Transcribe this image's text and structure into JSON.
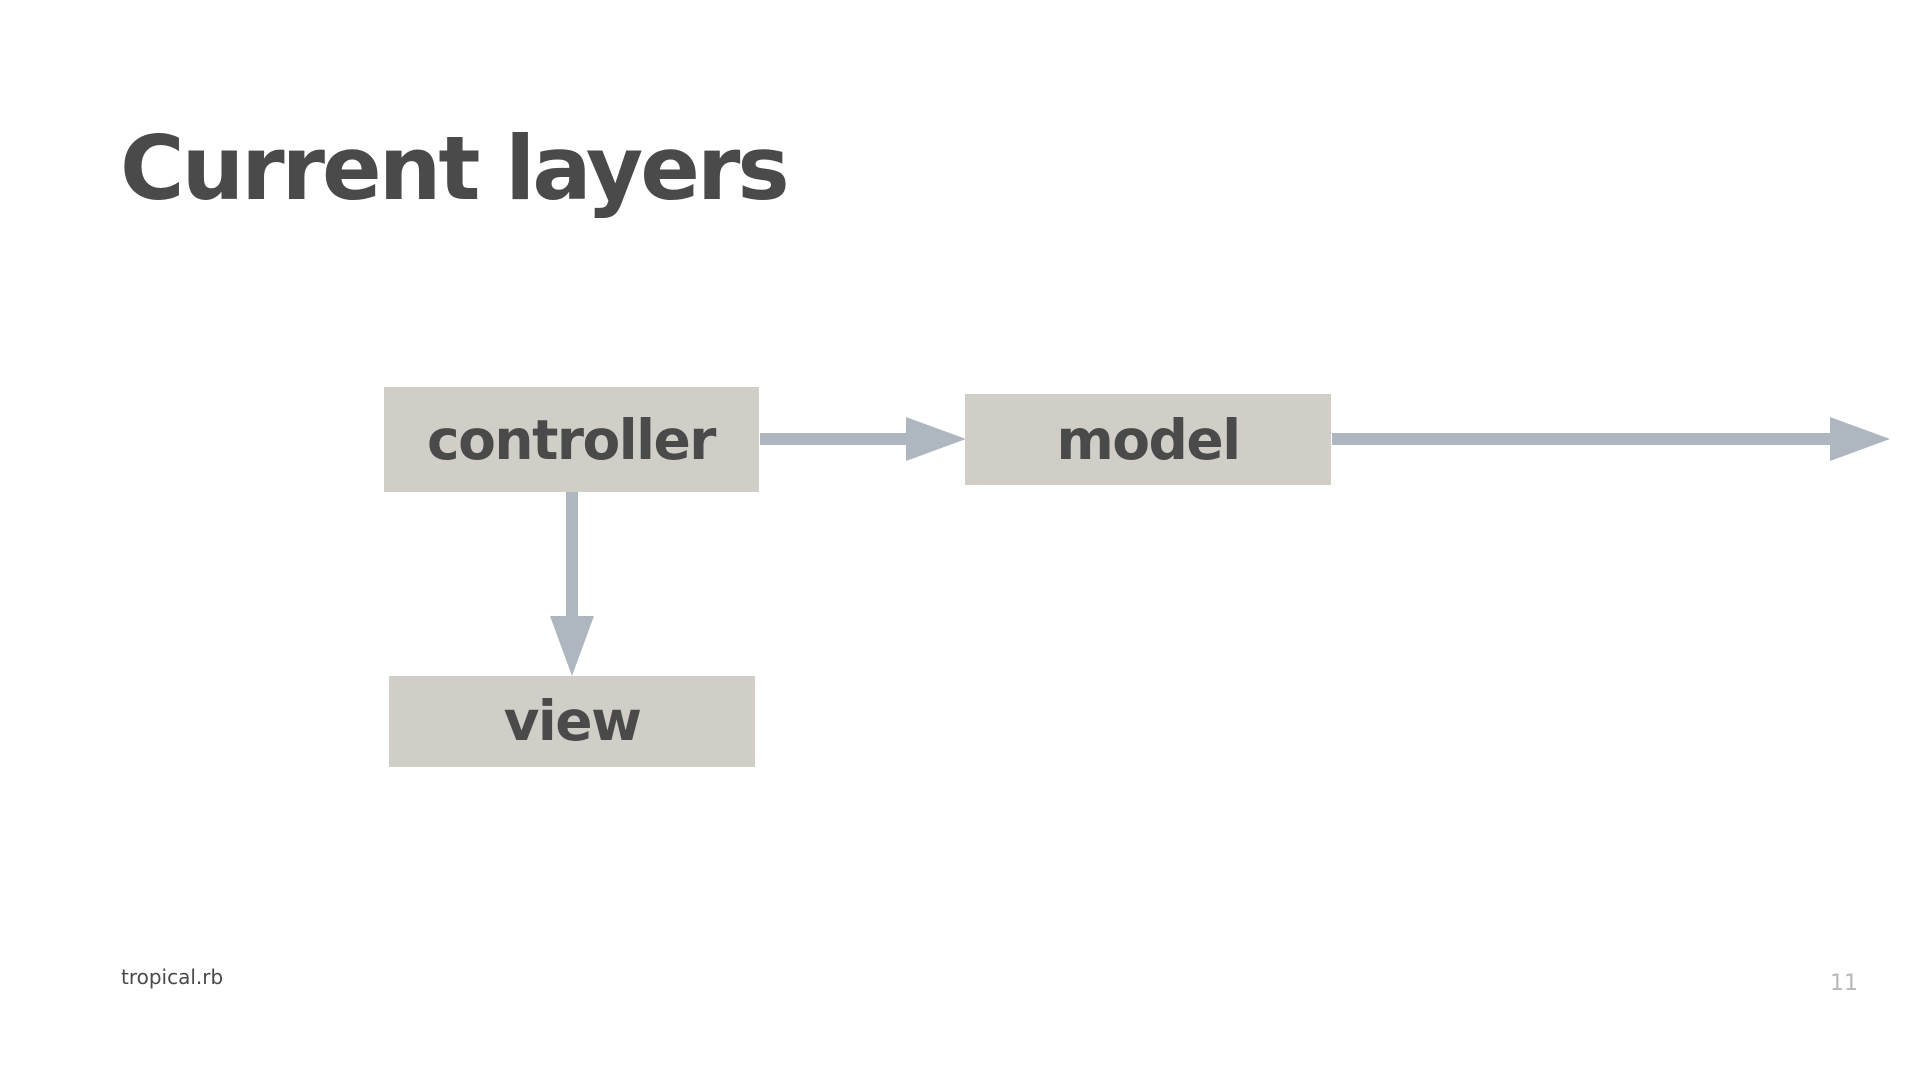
{
  "slide": {
    "title": "Current layers",
    "footer_brand": "tropical.rb",
    "page_number": "11"
  },
  "diagram": {
    "nodes": [
      {
        "id": "controller",
        "label": "controller"
      },
      {
        "id": "model",
        "label": "model"
      },
      {
        "id": "view",
        "label": "view"
      }
    ],
    "edges": [
      {
        "from": "controller",
        "to": "model"
      },
      {
        "from": "controller",
        "to": "view"
      },
      {
        "from": "model",
        "to": ""
      }
    ],
    "colors": {
      "node_fill": "#d1cec8",
      "arrow": "#aeb6bf",
      "text": "#4a4a4a",
      "page_number": "#b8b8b8"
    }
  }
}
